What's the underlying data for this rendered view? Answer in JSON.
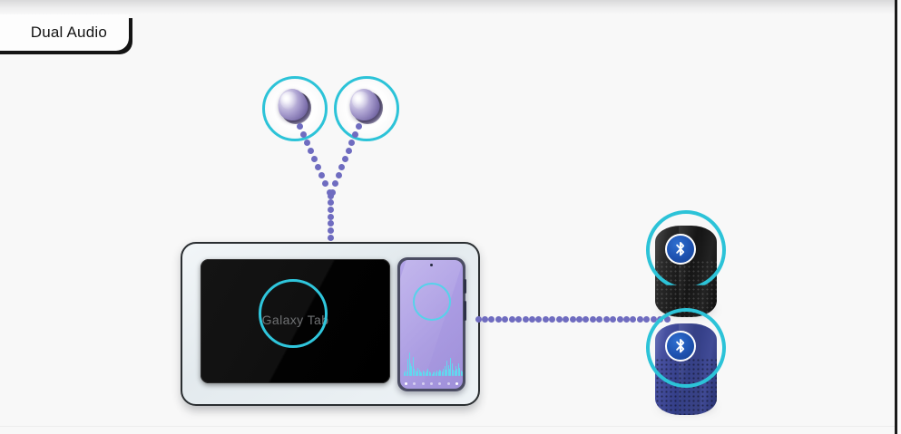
{
  "feature": {
    "label": "Dual Audio"
  },
  "devices": {
    "tablet": {
      "name": "Galaxy Tab",
      "screen_label": "Galaxy Tab",
      "status": "connected",
      "pulse_color": "#2fc6dc"
    },
    "phone": {
      "name": "phone",
      "status": "playing",
      "pulse_color": "#55d2ea",
      "screen_color": "#ab9ce3",
      "waveform_color": "#63d7ef",
      "waveform_bars": [
        3,
        5,
        4,
        16,
        22,
        12,
        9,
        18,
        7,
        5,
        4,
        8,
        6,
        4,
        3,
        5,
        4,
        3,
        5,
        7,
        4,
        3,
        2,
        3,
        4,
        3,
        5,
        4,
        6,
        5,
        4,
        7,
        9,
        6,
        14,
        10,
        7,
        17,
        12,
        6,
        5,
        9,
        7,
        12,
        8,
        5,
        4,
        3
      ],
      "home_dots": 7
    },
    "earbuds": [
      {
        "name": "earbud-left",
        "icon": "earbud-icon",
        "status": "connected",
        "highlight_color": "#2cc3d8",
        "body_color": "#a79ccd"
      },
      {
        "name": "earbud-right",
        "icon": "earbud-icon",
        "status": "connected",
        "highlight_color": "#2cc3d8",
        "body_color": "#a79ccd"
      }
    ],
    "speakers": [
      {
        "name": "speaker-black",
        "icon": "bluetooth-icon",
        "status": "connected",
        "body_color": "#141414",
        "badge_color": "#1e52b0",
        "highlight_color": "#2cc3d8"
      },
      {
        "name": "speaker-blue",
        "icon": "bluetooth-icon",
        "status": "connected",
        "body_color": "#2f3a82",
        "badge_color": "#1e52b0",
        "highlight_color": "#2cc3d8"
      }
    ]
  },
  "connections": {
    "dot_color": "#6f6cc0",
    "links": [
      {
        "name": "earbud-left-to-tablet",
        "from": "earbud-left",
        "to": "tablet"
      },
      {
        "name": "earbud-right-to-tablet",
        "from": "earbud-right",
        "to": "tablet"
      },
      {
        "name": "phone-to-speakers",
        "from": "phone",
        "to": "speakers"
      }
    ]
  },
  "theme": {
    "background": "#f8f8f8",
    "accent_cyan": "#2cc3d8",
    "accent_purple": "#6f6cc0",
    "tab_border": "#141414"
  }
}
